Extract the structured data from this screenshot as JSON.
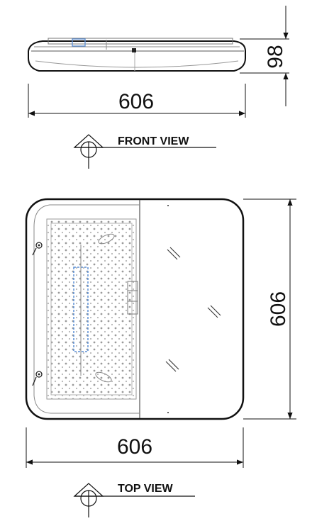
{
  "front_view": {
    "label": "FRONT VIEW",
    "width_dim": "606",
    "height_dim": "98"
  },
  "top_view": {
    "label": "TOP VIEW",
    "width_dim": "606",
    "height_dim": "606"
  },
  "colors": {
    "line": "#111111",
    "detail": "#8a8a8a",
    "highlight": "#5b8fd6"
  }
}
